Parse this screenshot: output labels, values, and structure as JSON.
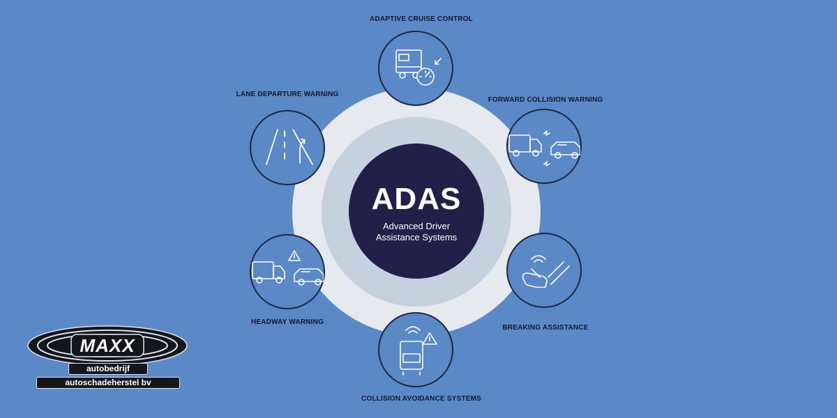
{
  "center": {
    "title": "ADAS",
    "subtitle_line1": "Advanced Driver",
    "subtitle_line2": "Assistance Systems"
  },
  "features": [
    {
      "label": "ADAPTIVE CRUISE CONTROL",
      "icon": "truck-speedometer-icon"
    },
    {
      "label": "FORWARD COLLISION WARNING",
      "icon": "truck-car-collision-icon"
    },
    {
      "label": "BREAKING ASSISTANCE",
      "icon": "foot-pedal-icon"
    },
    {
      "label": "COLLISION AVOIDANCE SYSTEMS",
      "icon": "truck-warning-signal-icon"
    },
    {
      "label": "HEADWAY WARNING",
      "icon": "truck-car-warning-icon"
    },
    {
      "label": "LANE DEPARTURE WARNING",
      "icon": "lane-merge-icon"
    }
  ],
  "logo": {
    "brand": "MAXX",
    "line1": "autobedrijf",
    "line2": "autoschadeherstel bv"
  },
  "colors": {
    "background": "#5b88c6",
    "outer_ring": "#e6e9ee",
    "inner_ring": "#c6d1e0",
    "core": "#221f48",
    "line_art": "#ffffff"
  }
}
